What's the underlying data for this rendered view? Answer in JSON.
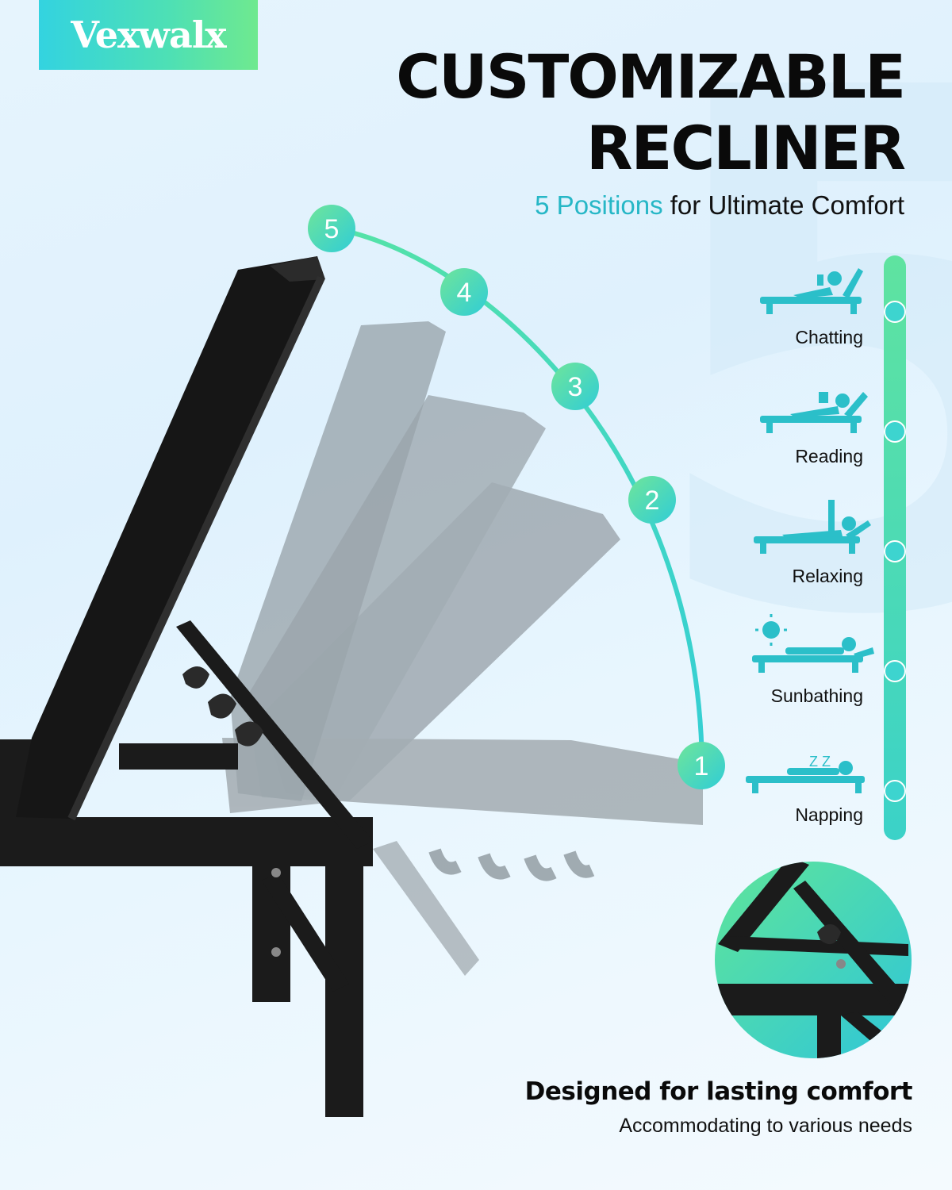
{
  "brand": {
    "name": "Vexwalx"
  },
  "headline": {
    "line1": "CUSTOMIZABLE",
    "line2": "RECLINER"
  },
  "subheadline": {
    "accent": "5 Positions",
    "rest": " for Ultimate Comfort"
  },
  "arc_numbers": [
    "5",
    "4",
    "3",
    "2",
    "1"
  ],
  "positions": [
    {
      "label": "Chatting",
      "icon": "person-sitting-chatting-icon"
    },
    {
      "label": "Reading",
      "icon": "person-reading-book-icon"
    },
    {
      "label": "Relaxing",
      "icon": "person-relaxing-drink-icon"
    },
    {
      "label": "Sunbathing",
      "icon": "person-sunbathing-sun-icon"
    },
    {
      "label": "Napping",
      "icon": "person-napping-zzz-icon"
    }
  ],
  "nap_text": "Z Z",
  "footer": {
    "title": "Designed for lasting comfort",
    "subtitle": "Accommodating to various needs"
  },
  "colors": {
    "accent_teal": "#26b7c6",
    "gradient_start": "#33d3e0",
    "gradient_end": "#6fe98f",
    "icon_teal": "#2bbfc9",
    "chair_black": "#1b1b1b",
    "ghost_gray": "#9aa3a8"
  }
}
